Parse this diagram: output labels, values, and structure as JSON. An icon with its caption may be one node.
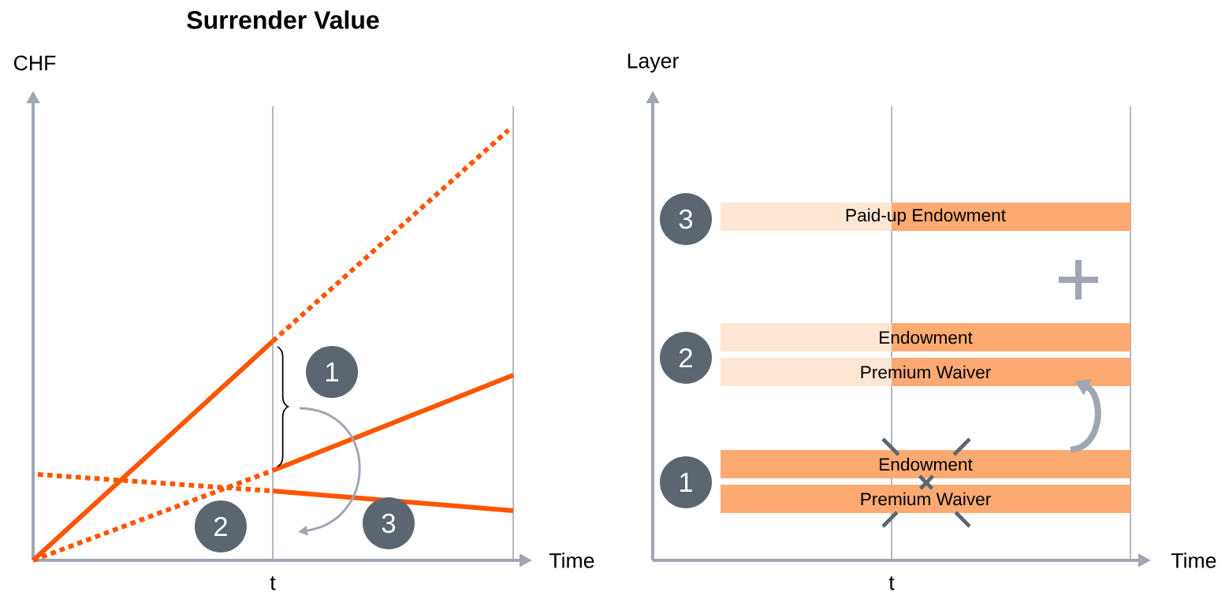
{
  "diagram": {
    "title": "Surrender Value",
    "nodes": [
      {
        "text": [
          "1"
        ]
      },
      {
        "text": [
          "2"
        ]
      },
      {
        "text": [
          "3"
        ]
      },
      {
        "text": [
          "3"
        ]
      },
      {
        "text": [
          "Paid-up Endowment"
        ]
      },
      {
        "text": [
          "2"
        ]
      },
      {
        "text": [
          "Endowment"
        ]
      },
      {
        "text": [
          "Premium Waiver"
        ]
      },
      {
        "text": [
          "1"
        ]
      },
      {
        "text": [
          "Endowment"
        ]
      },
      {
        "text": [
          "Premium Waiver"
        ]
      }
    ],
    "edges": [
      {
        "from": 9,
        "to": 7,
        "arrow": "to"
      }
    ],
    "labels": [
      "CHF",
      "Time",
      "t",
      "Layer",
      "Time",
      "t"
    ]
  }
}
